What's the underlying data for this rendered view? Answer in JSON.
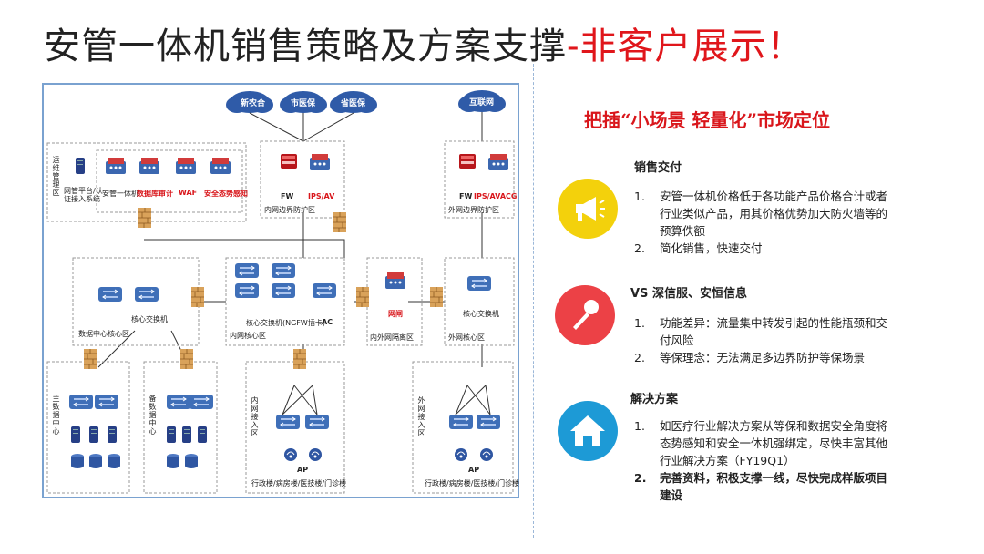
{
  "title": {
    "main": "安管一体机销售策略及方案支撑",
    "highlight": "-非客户展示！"
  },
  "diagram": {
    "clouds": [
      "新农合",
      "市医保",
      "省医保",
      "互联网"
    ],
    "ops_zone": "运维管理区",
    "ops_sub": "网管平台/认证接入系统",
    "ops_items": [
      "安管一体机",
      "数据库审计",
      "WAF",
      "安全态势感知"
    ],
    "inner_border_fw": "FW",
    "inner_border_ips": "IPS/AV",
    "inner_border_zone": "内网边界防护区",
    "outer_border_fw": "FW",
    "outer_border_ips": "IPS/AVACG",
    "outer_border_zone": "外网边界防护区",
    "dc_core_switch": "核心交换机",
    "dc_core_zone": "数据中心核心区",
    "inner_core_switch": "核心交换机(NGFW插卡)",
    "inner_core_ac": "AC",
    "inner_core_zone": "内网核心区",
    "gap_device": "网闸",
    "gap_zone": "内外网隔离区",
    "outer_core_switch": "核心交换机",
    "outer_core_zone": "外网核心区",
    "main_dc": "主数据中心",
    "backup_dc": "备数据中心",
    "inner_access": "内网接入区",
    "outer_access": "外网接入区",
    "ap": "AP",
    "dept_inner": "行政楼/病房楼/医技楼/门诊楼",
    "dept_outer": "行政楼/病房楼/医技楼/门诊楼"
  },
  "positioning": "把插“小场景 轻量化”市场定位",
  "sections": [
    {
      "icon": "megaphone-icon",
      "color": "#f3d10c",
      "title": "销售交付",
      "items": [
        {
          "num": "1.",
          "text": "安管一体机价格低于各功能产品价格合计或者行业类似产品，用其价格优势加大防火墙等的预算佚额",
          "bold": false
        },
        {
          "num": "2.",
          "text": "简化销售，快速交付",
          "bold": false
        }
      ]
    },
    {
      "icon": "microphone-icon",
      "color": "#ec4146",
      "title": "VS 深信服、安恒信息",
      "items": [
        {
          "num": "1.",
          "text": "功能差异：流量集中转发引起的性能瓶颈和交付风险",
          "bold": false
        },
        {
          "num": "2.",
          "text": "等保理念：无法满足多边界防护等保场景",
          "bold": false
        }
      ]
    },
    {
      "icon": "home-icon",
      "color": "#1d9ad6",
      "title": "解决方案",
      "items": [
        {
          "num": "1.",
          "text": "如医疗行业解决方案从等保和数据安全角度将态势感知和安全一体机强绑定，尽快丰富其他行业解决方案（FY19Q1）",
          "bold": false
        },
        {
          "num": "2.",
          "text": "完善资料，积极支撑一线，尽快完成样版项目建设",
          "bold": true
        }
      ]
    }
  ]
}
